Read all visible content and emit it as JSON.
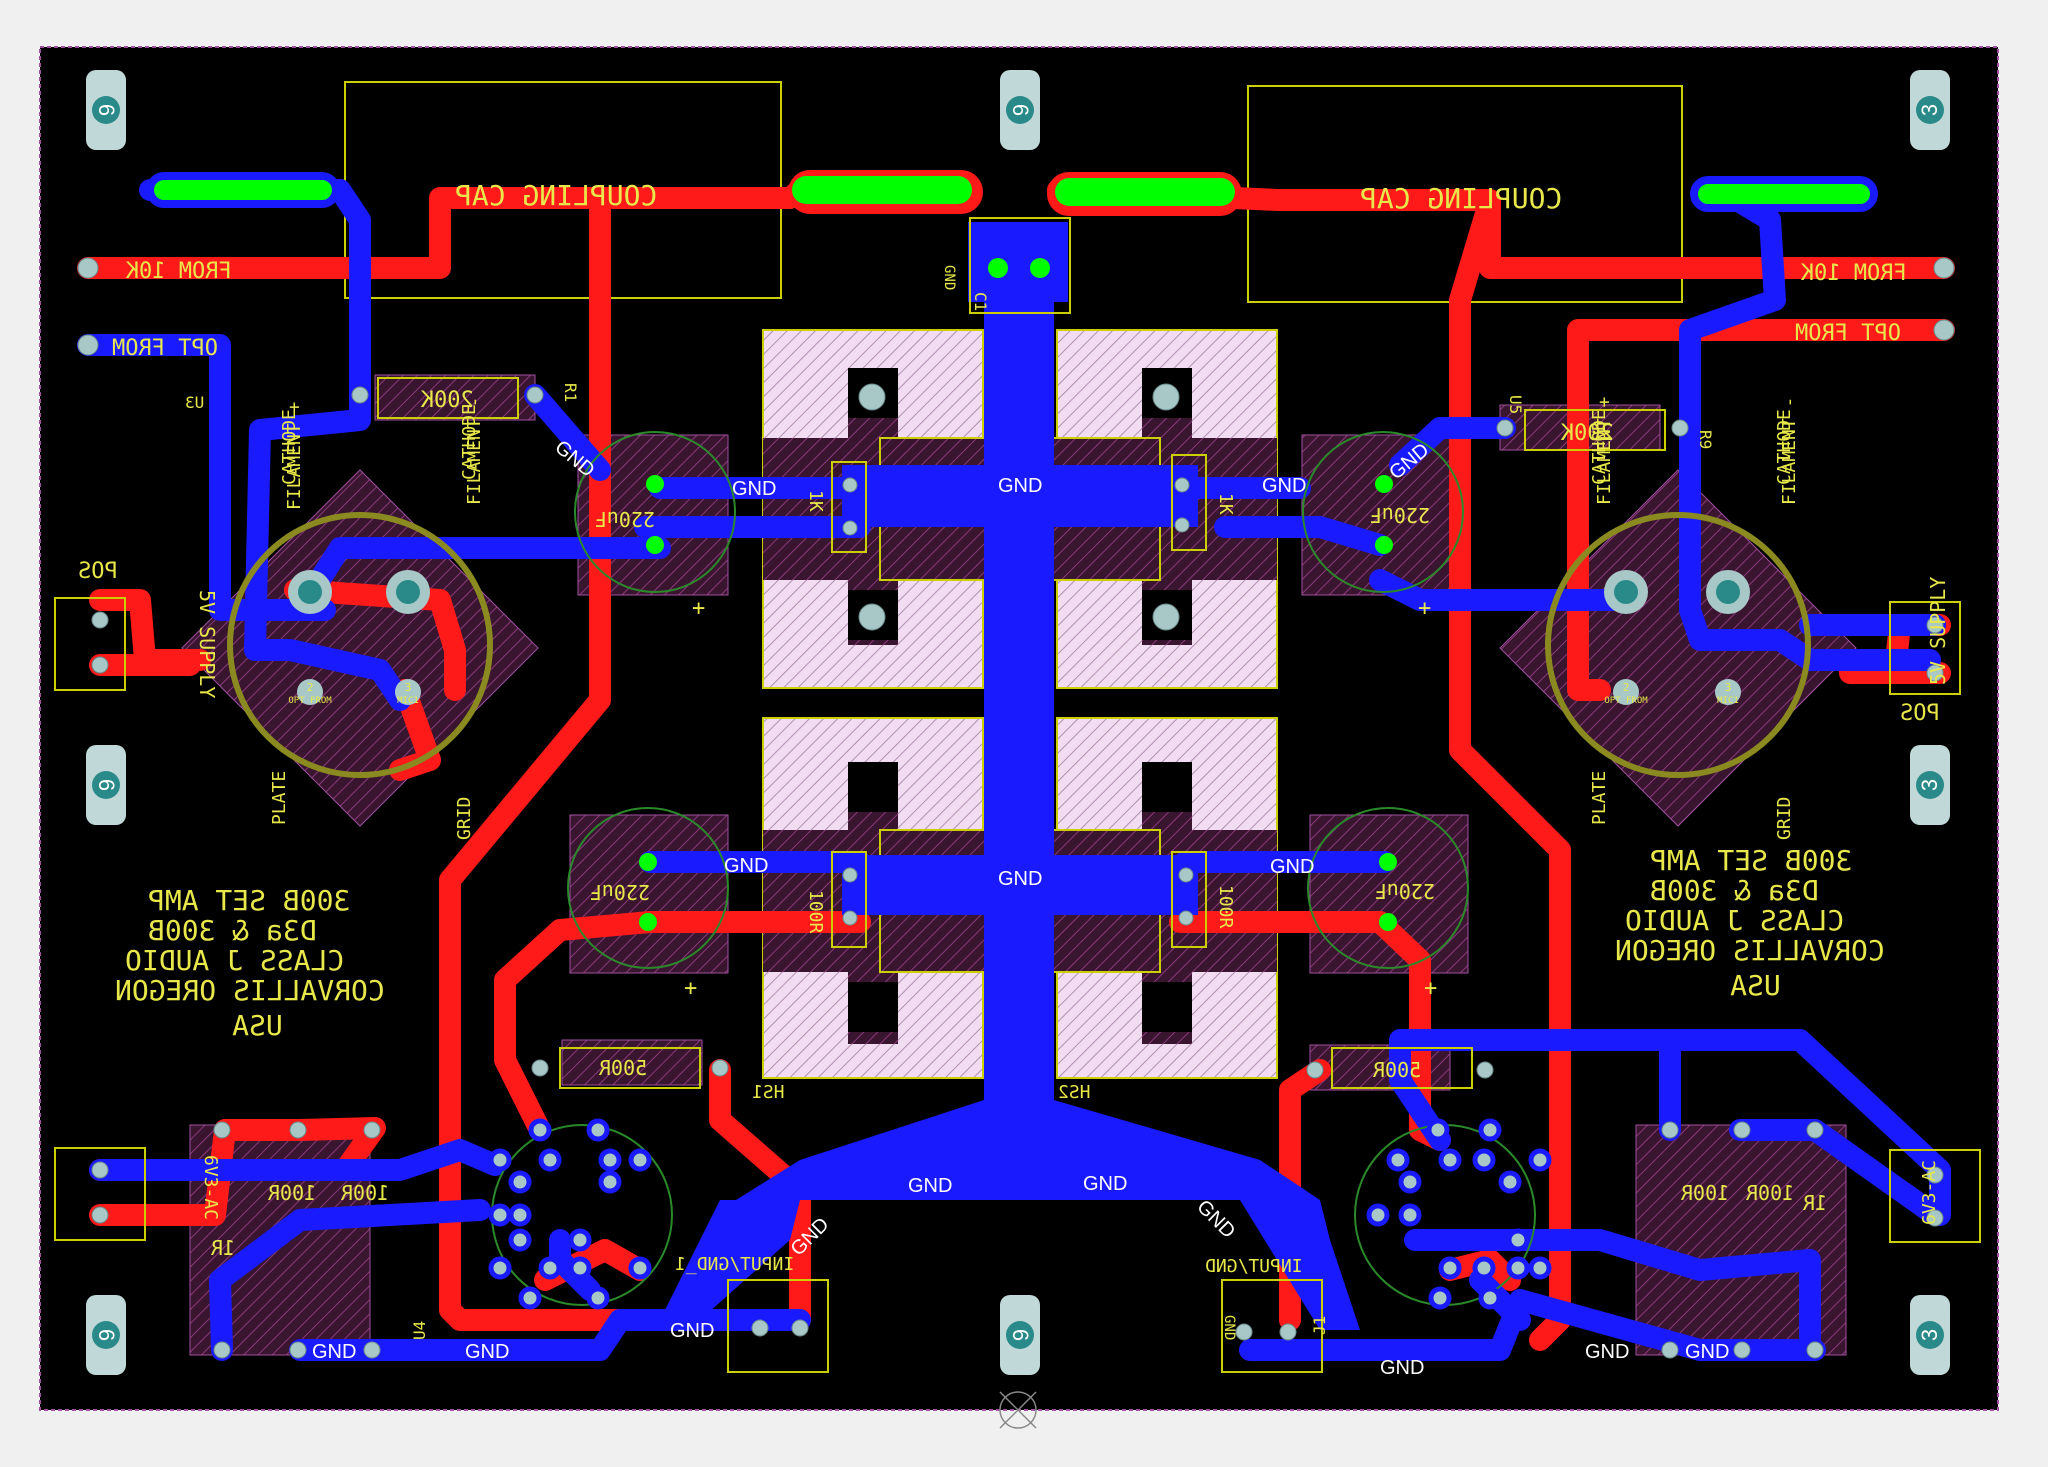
{
  "colors": {
    "background": "#000000",
    "top_copper": "#ff1a1a",
    "bottom_copper": "#1a1aff",
    "pad_green": "#00ff00",
    "silkscreen": "#e8e84a",
    "outline": "#ccd000",
    "board_edge": "#c060c0",
    "heatsink_fill": "#f0d8f0"
  },
  "mounting_holes": {
    "left_label": "6",
    "right_label": "3"
  },
  "labels": {
    "coupling_cap": "COUPLING CAP",
    "from_10k": "FROM 10K",
    "opt_from": "OPT FROM",
    "gnd": "GND",
    "r_200k": "200K",
    "r_500r": "500R",
    "r_100r": "100R",
    "r_1r": "1R",
    "r_1k": "1K",
    "c_220uf": "220uF",
    "plus": "+",
    "cathode": "CATHODE",
    "filament_plus": "FILAMENT +",
    "filament_minus": "FILAMENT -",
    "plate": "PLATE",
    "grid": "GRID",
    "pos": "POS",
    "supply_5v": "5V SUPPLY",
    "ac_6v3": "6V3-AC",
    "input_gnd_1": "INPUT/GND_1",
    "input_gnd": "INPUT/GND",
    "hs1": "HS1",
    "hs2": "HS2",
    "u3": "U3",
    "u4": "U4",
    "r9": "R9",
    "r1": "R1",
    "u5": "U5",
    "j1": "J1",
    "c1": "C1",
    "pin2": "2",
    "pin3": "3",
    "pad_opt_from": "OPT FROM",
    "pad_mic": "MIC1",
    "amp_title": [
      "300B SET AMP",
      "D3a & 300B",
      "CLASS J AUDIO",
      "CORVALLIS OREGON",
      "USA"
    ]
  }
}
